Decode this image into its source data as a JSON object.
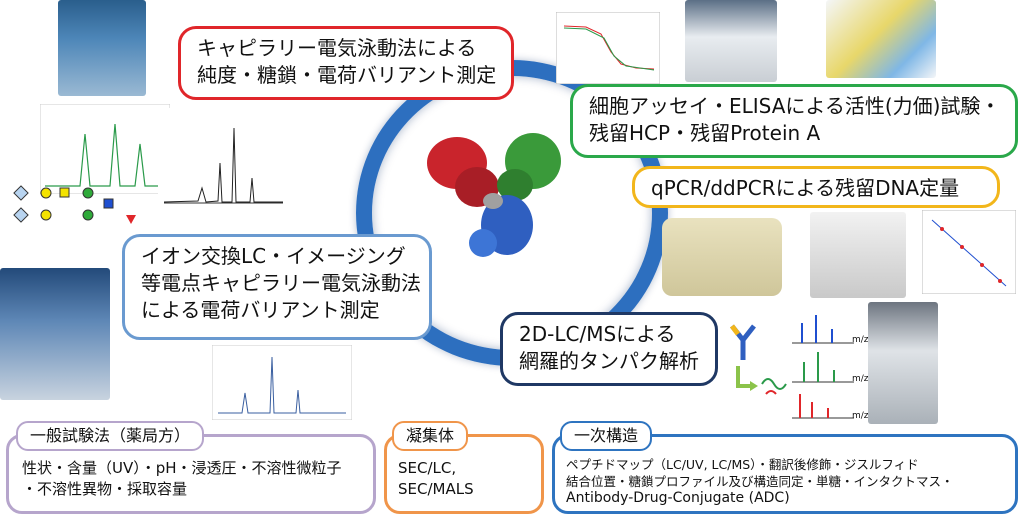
{
  "callouts": {
    "ce_purity": {
      "lines": [
        "キャピラリー電気泳動法による",
        "純度・糖鎖・電荷バリアント測定"
      ],
      "color": "#e0262a"
    },
    "cell_assay": {
      "lines": [
        "細胞アッセイ・ELISAによる活性(力価)試験・",
        "残留HCP・残留Protein A"
      ],
      "color": "#2aa84a"
    },
    "qpcr": {
      "lines": [
        "qPCR/ddPCRによる残留DNA定量"
      ],
      "color": "#f2b61b"
    },
    "ion_exchange": {
      "lines": [
        "イオン交換LC・イメージング",
        "等電点キャピラリー電気泳動法",
        "による電荷バリアント測定"
      ],
      "color": "#6a9ad0"
    },
    "lcms": {
      "lines": [
        "2D-LC/MSによる",
        "網羅的タンパク解析"
      ],
      "color": "#1f3864"
    }
  },
  "bottom": {
    "general": {
      "title": "一般試験法（薬局方）",
      "color": "#b6a5cc",
      "lines": [
        "性状・含量（UV）・pH・浸透圧・不溶性微粒子",
        "・不溶性異物・採取容量"
      ]
    },
    "aggregate": {
      "title": "凝集体",
      "color": "#f0954a",
      "lines": [
        "SEC/LC,",
        "SEC/MALS"
      ]
    },
    "primary": {
      "title": "一次構造",
      "color": "#2e74c0",
      "lines": [
        "ペプチドマップ（LC/UV, LC/MS）・翻訳後修飾・ジスルフィド",
        "結合位置・糖鎖プロファイル及び構造同定・単糖・インタクトマス・",
        "Antibody-Drug-Conjugate (ADC)"
      ]
    }
  },
  "ring_color": "#2d6fbf",
  "ms_axis_label": "m/z",
  "icons": [
    "antibody-icon",
    "enzyme-digestion-icon",
    "glycan-structure-icon"
  ]
}
